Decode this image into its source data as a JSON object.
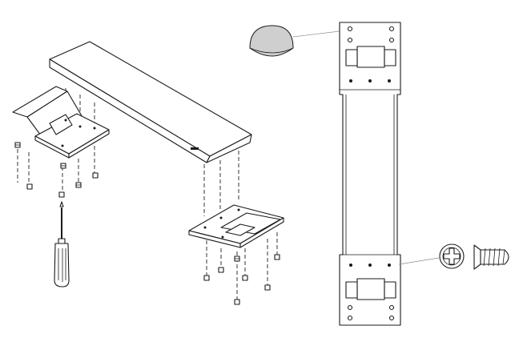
{
  "diagram": {
    "parts": [
      {
        "name": "shelf-board",
        "icon": "shelf-board-icon"
      },
      {
        "name": "left-mounting-bracket",
        "icon": "bracket-icon"
      },
      {
        "name": "right-mounting-bracket",
        "icon": "bracket-icon"
      },
      {
        "name": "screwdriver",
        "icon": "screwdriver-icon"
      },
      {
        "name": "wall-mounting-plate",
        "icon": "mounting-plate-icon"
      },
      {
        "name": "rubber-bumper",
        "icon": "bumper-dome-icon"
      },
      {
        "name": "phillips-screw-head",
        "icon": "screw-head-icon"
      },
      {
        "name": "wall-screw",
        "icon": "screw-icon"
      }
    ],
    "colors": {
      "line": "#1a1a1a",
      "leader": "#8a8a8a",
      "background": "#ffffff",
      "shade": "#cfcfcf"
    }
  }
}
